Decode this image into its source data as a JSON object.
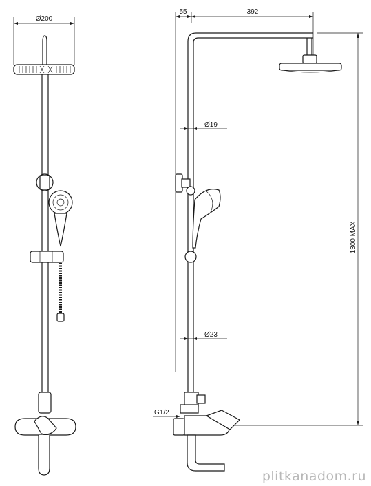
{
  "dimensions": {
    "head_diameter": "Ø200",
    "offset_top": "55",
    "arm_length": "392",
    "pipe_upper_diameter": "Ø19",
    "pipe_lower_diameter": "Ø23",
    "total_height": "1300 MAX",
    "inlet_thread": "G1/2"
  },
  "watermark": "plitkanadom.ru",
  "colors": {
    "line": "#1a1a1a",
    "watermark": "#b8b8b8"
  }
}
